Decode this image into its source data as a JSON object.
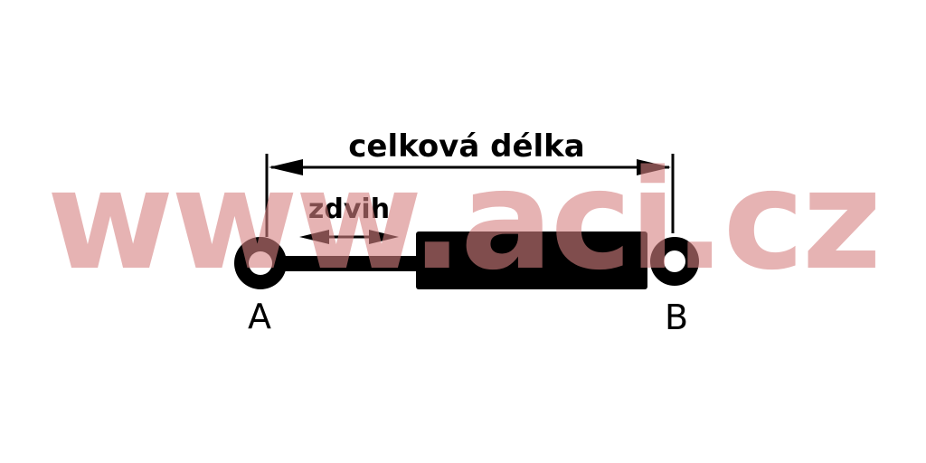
{
  "diagram": {
    "total_length_label": "celková délka",
    "stroke_label": "zdvih",
    "endpoint_a_label": "A",
    "endpoint_b_label": "B"
  },
  "watermark": {
    "text": "www.aci.cz",
    "color": "#d58080"
  },
  "colors": {
    "line": "#000000",
    "background": "#ffffff"
  }
}
